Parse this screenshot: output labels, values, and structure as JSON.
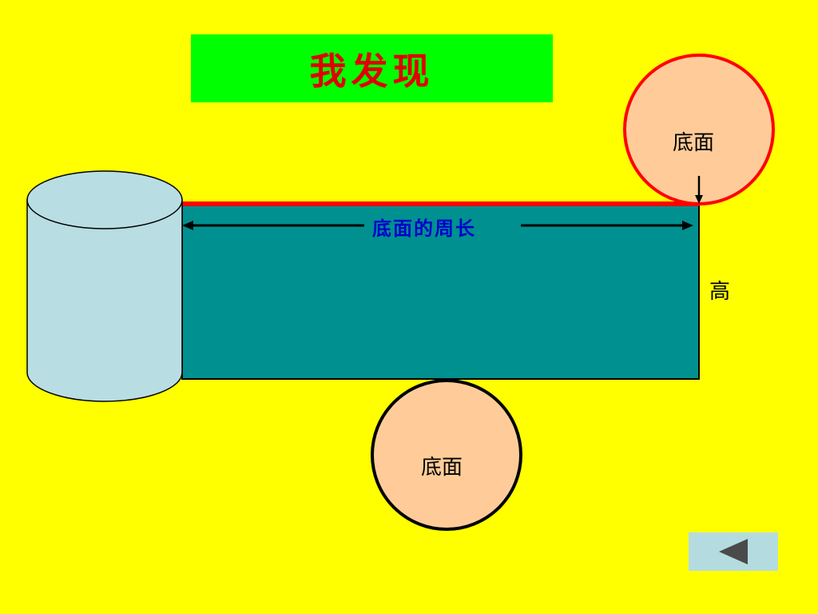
{
  "title": "我发现",
  "labels": {
    "top_circle": "底面",
    "bottom_circle": "底面",
    "perimeter": "底面的周长",
    "height": "高"
  },
  "icons": {
    "back": "triangle-left-icon"
  },
  "colors": {
    "background": "#ffff00",
    "title_bg": "#00ff00",
    "title_text": "#e00000",
    "rectangle": "#009090",
    "top_edge": "#ff0000",
    "circle_fill": "#ffcc99",
    "top_circle_stroke": "#ff0000",
    "bottom_circle_stroke": "#000000",
    "cylinder": "#b8dde2",
    "perimeter_text": "#0000cc",
    "button_bg": "#b4dce0",
    "button_icon": "#4a4a4a"
  }
}
